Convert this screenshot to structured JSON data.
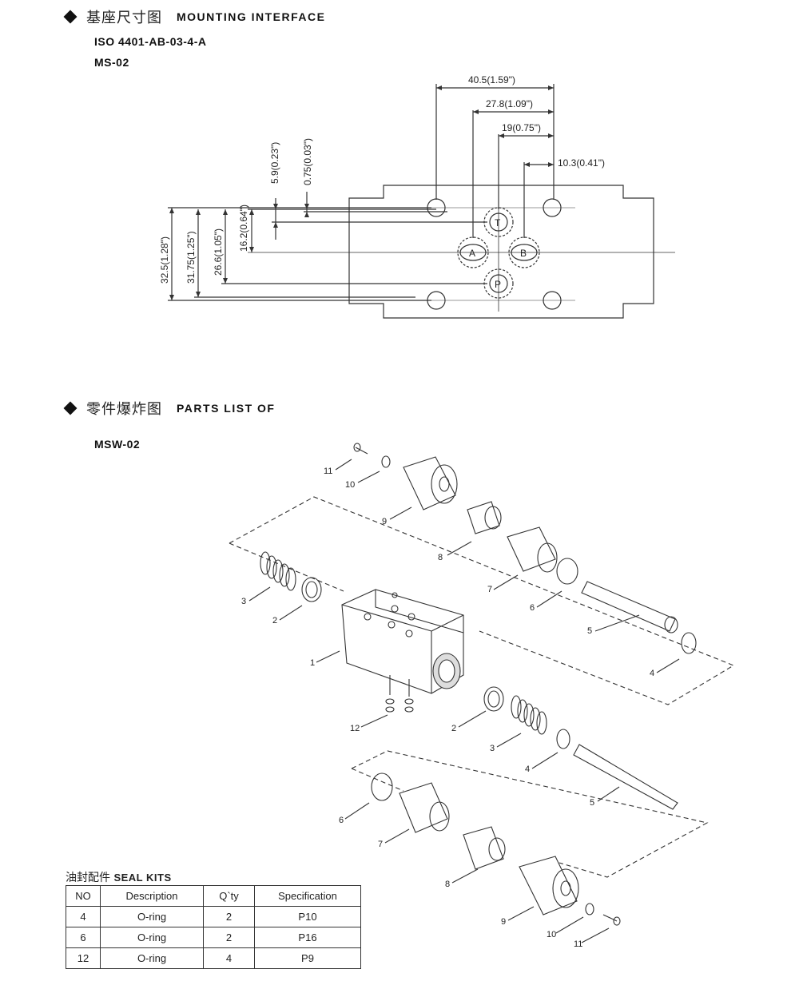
{
  "mounting": {
    "title_cn": "基座尺寸图",
    "title_en": "MOUNTING INTERFACE",
    "standard": "ISO 4401-AB-03-4-A",
    "model": "MS-02",
    "dims_horizontal": [
      "40.5(1.59\")",
      "27.8(1.09\")",
      "19(0.75\")",
      "10.3(0.41\")"
    ],
    "dims_vertical": [
      "32.5(1.28\")",
      "31.75(1.25\")",
      "26.6(1.05\")",
      "16.2(0.64\")",
      "5.9(0.23\")",
      "0.75(0.03\")"
    ],
    "ports": [
      "T",
      "A",
      "B",
      "P"
    ]
  },
  "parts": {
    "title_cn": "零件爆炸图",
    "title_en": "PARTS LIST OF",
    "model": "MSW-02",
    "callouts": [
      "11",
      "10",
      "9",
      "8",
      "7",
      "6",
      "5",
      "4",
      "3",
      "2",
      "1",
      "12",
      "2",
      "3",
      "4",
      "5",
      "6",
      "7",
      "8",
      "9",
      "10",
      "11"
    ]
  },
  "seal_kits": {
    "title_cn": "油封配件",
    "title_en": "SEAL KITS",
    "headers": [
      "NO",
      "Description",
      "Q`ty",
      "Specification"
    ],
    "rows": [
      [
        "4",
        "O-ring",
        "2",
        "P10"
      ],
      [
        "6",
        "O-ring",
        "2",
        "P16"
      ],
      [
        "12",
        "O-ring",
        "4",
        "P9"
      ]
    ]
  }
}
